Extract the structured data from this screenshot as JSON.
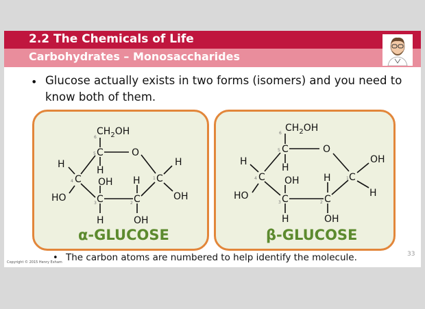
{
  "header": {
    "title": "2.2 The Chemicals of Life",
    "subtitle": "Carbohydrates – Monosaccharides"
  },
  "bullet": {
    "text": "Glucose actually exists in two forms (isomers) and you need to know both of them."
  },
  "alpha": {
    "label": "α-GLUCOSE",
    "ch2oh": "CH",
    "ch2oh_sub": "2",
    "ch2oh_tail": "OH",
    "ring_o": "O",
    "c1_top": "H",
    "c1_bottom": "OH",
    "c2_top": "H",
    "c2_bottom": "OH",
    "c3_top": "OH",
    "c3_bottom": "H",
    "c4_top": "H",
    "c4_bottom": "HO",
    "c5_bottom": "H"
  },
  "beta": {
    "label": "β-GLUCOSE",
    "ch2oh": "CH",
    "ch2oh_sub": "2",
    "ch2oh_tail": "OH",
    "ring_o": "O",
    "c1_top": "OH",
    "c1_bottom": "H",
    "c2_top": "H",
    "c2_bottom": "OH",
    "c3_top": "OH",
    "c3_bottom": "H",
    "c4_top": "H",
    "c4_bottom": "HO",
    "c5_bottom": "H"
  },
  "atom": {
    "carbon": "C"
  },
  "numbers": [
    "1",
    "2",
    "3",
    "4",
    "5",
    "6"
  ],
  "footer": {
    "note": "The carbon atoms are numbered to help identify the molecule.",
    "slide_number": "33",
    "copyright": "Copyright © 2015 Henry Exham"
  },
  "colors": {
    "band_dark": "#c0163e",
    "band_light": "#e98d9c",
    "panel_fill": "#eef1df",
    "panel_border": "#e2863a",
    "label_green": "#5c8a2e"
  }
}
